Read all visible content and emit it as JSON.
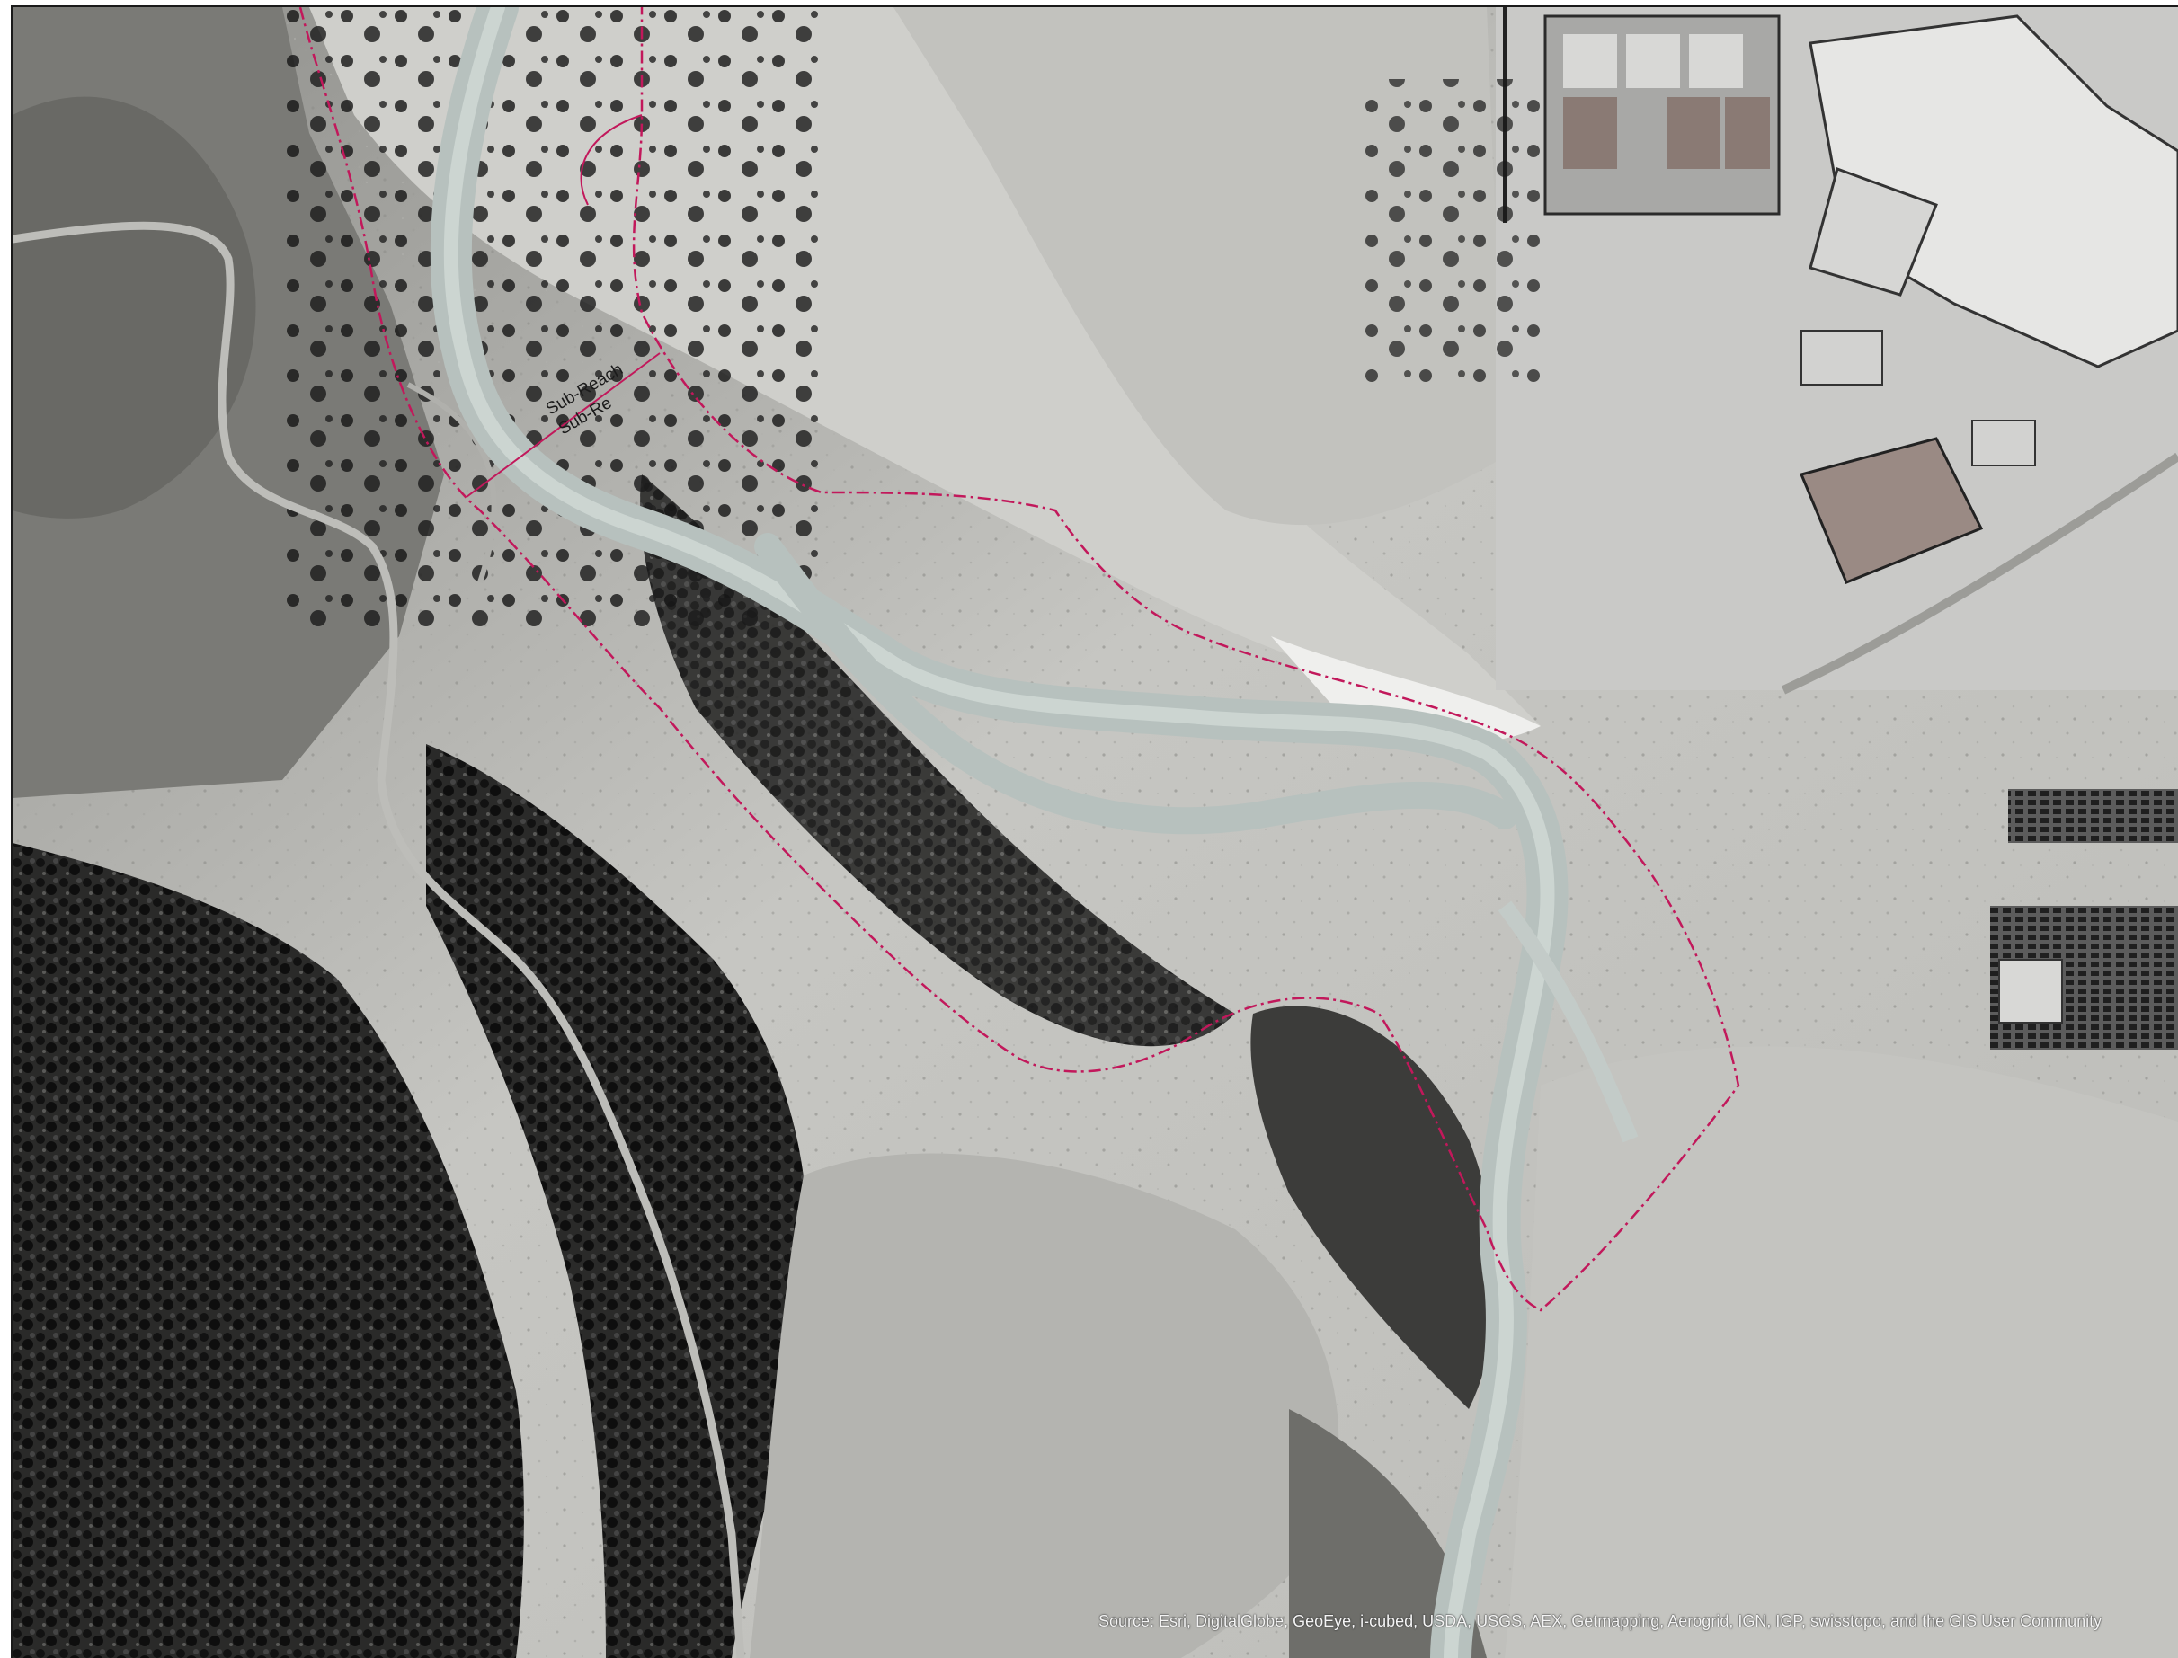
{
  "map": {
    "basemap": "hillshade-imagery",
    "colors": {
      "terrain_light": "#d6d6d2",
      "terrain_mid": "#a8a8a4",
      "terrain_dark": "#4a4a48",
      "forest": "#1e1e1e",
      "river": "#b9c3c0",
      "boundary": "#c2185b",
      "urban": "#dcdcdc",
      "attribution_text": "#f4f4f4"
    },
    "labels": {
      "sub_reach_1": "Sub-Reach",
      "sub_reach_2": "Sub-Re"
    },
    "attribution": "Source: Esri, DigitalGlobe, GeoEye, i-cubed, USDA, USGS, AEX, Getmapping, Aerogrid, IGN, IGP, swisstopo, and the GIS User Community"
  }
}
